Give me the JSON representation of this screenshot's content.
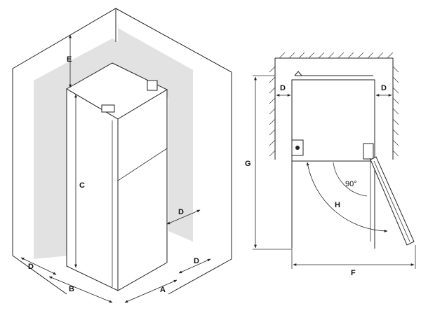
{
  "labels": {
    "A": "A",
    "B": "B",
    "C": "C",
    "D_left_bottom": "D",
    "D_right_bottom": "D",
    "D_side": "D",
    "E": "E",
    "D_top_left": "D",
    "D_top_right": "D",
    "G": "G",
    "H": "H",
    "F": "F",
    "angle": "90°"
  },
  "colors": {
    "line": "#222222",
    "wall_shadow": "#e2e2e2",
    "background": "#ffffff"
  }
}
